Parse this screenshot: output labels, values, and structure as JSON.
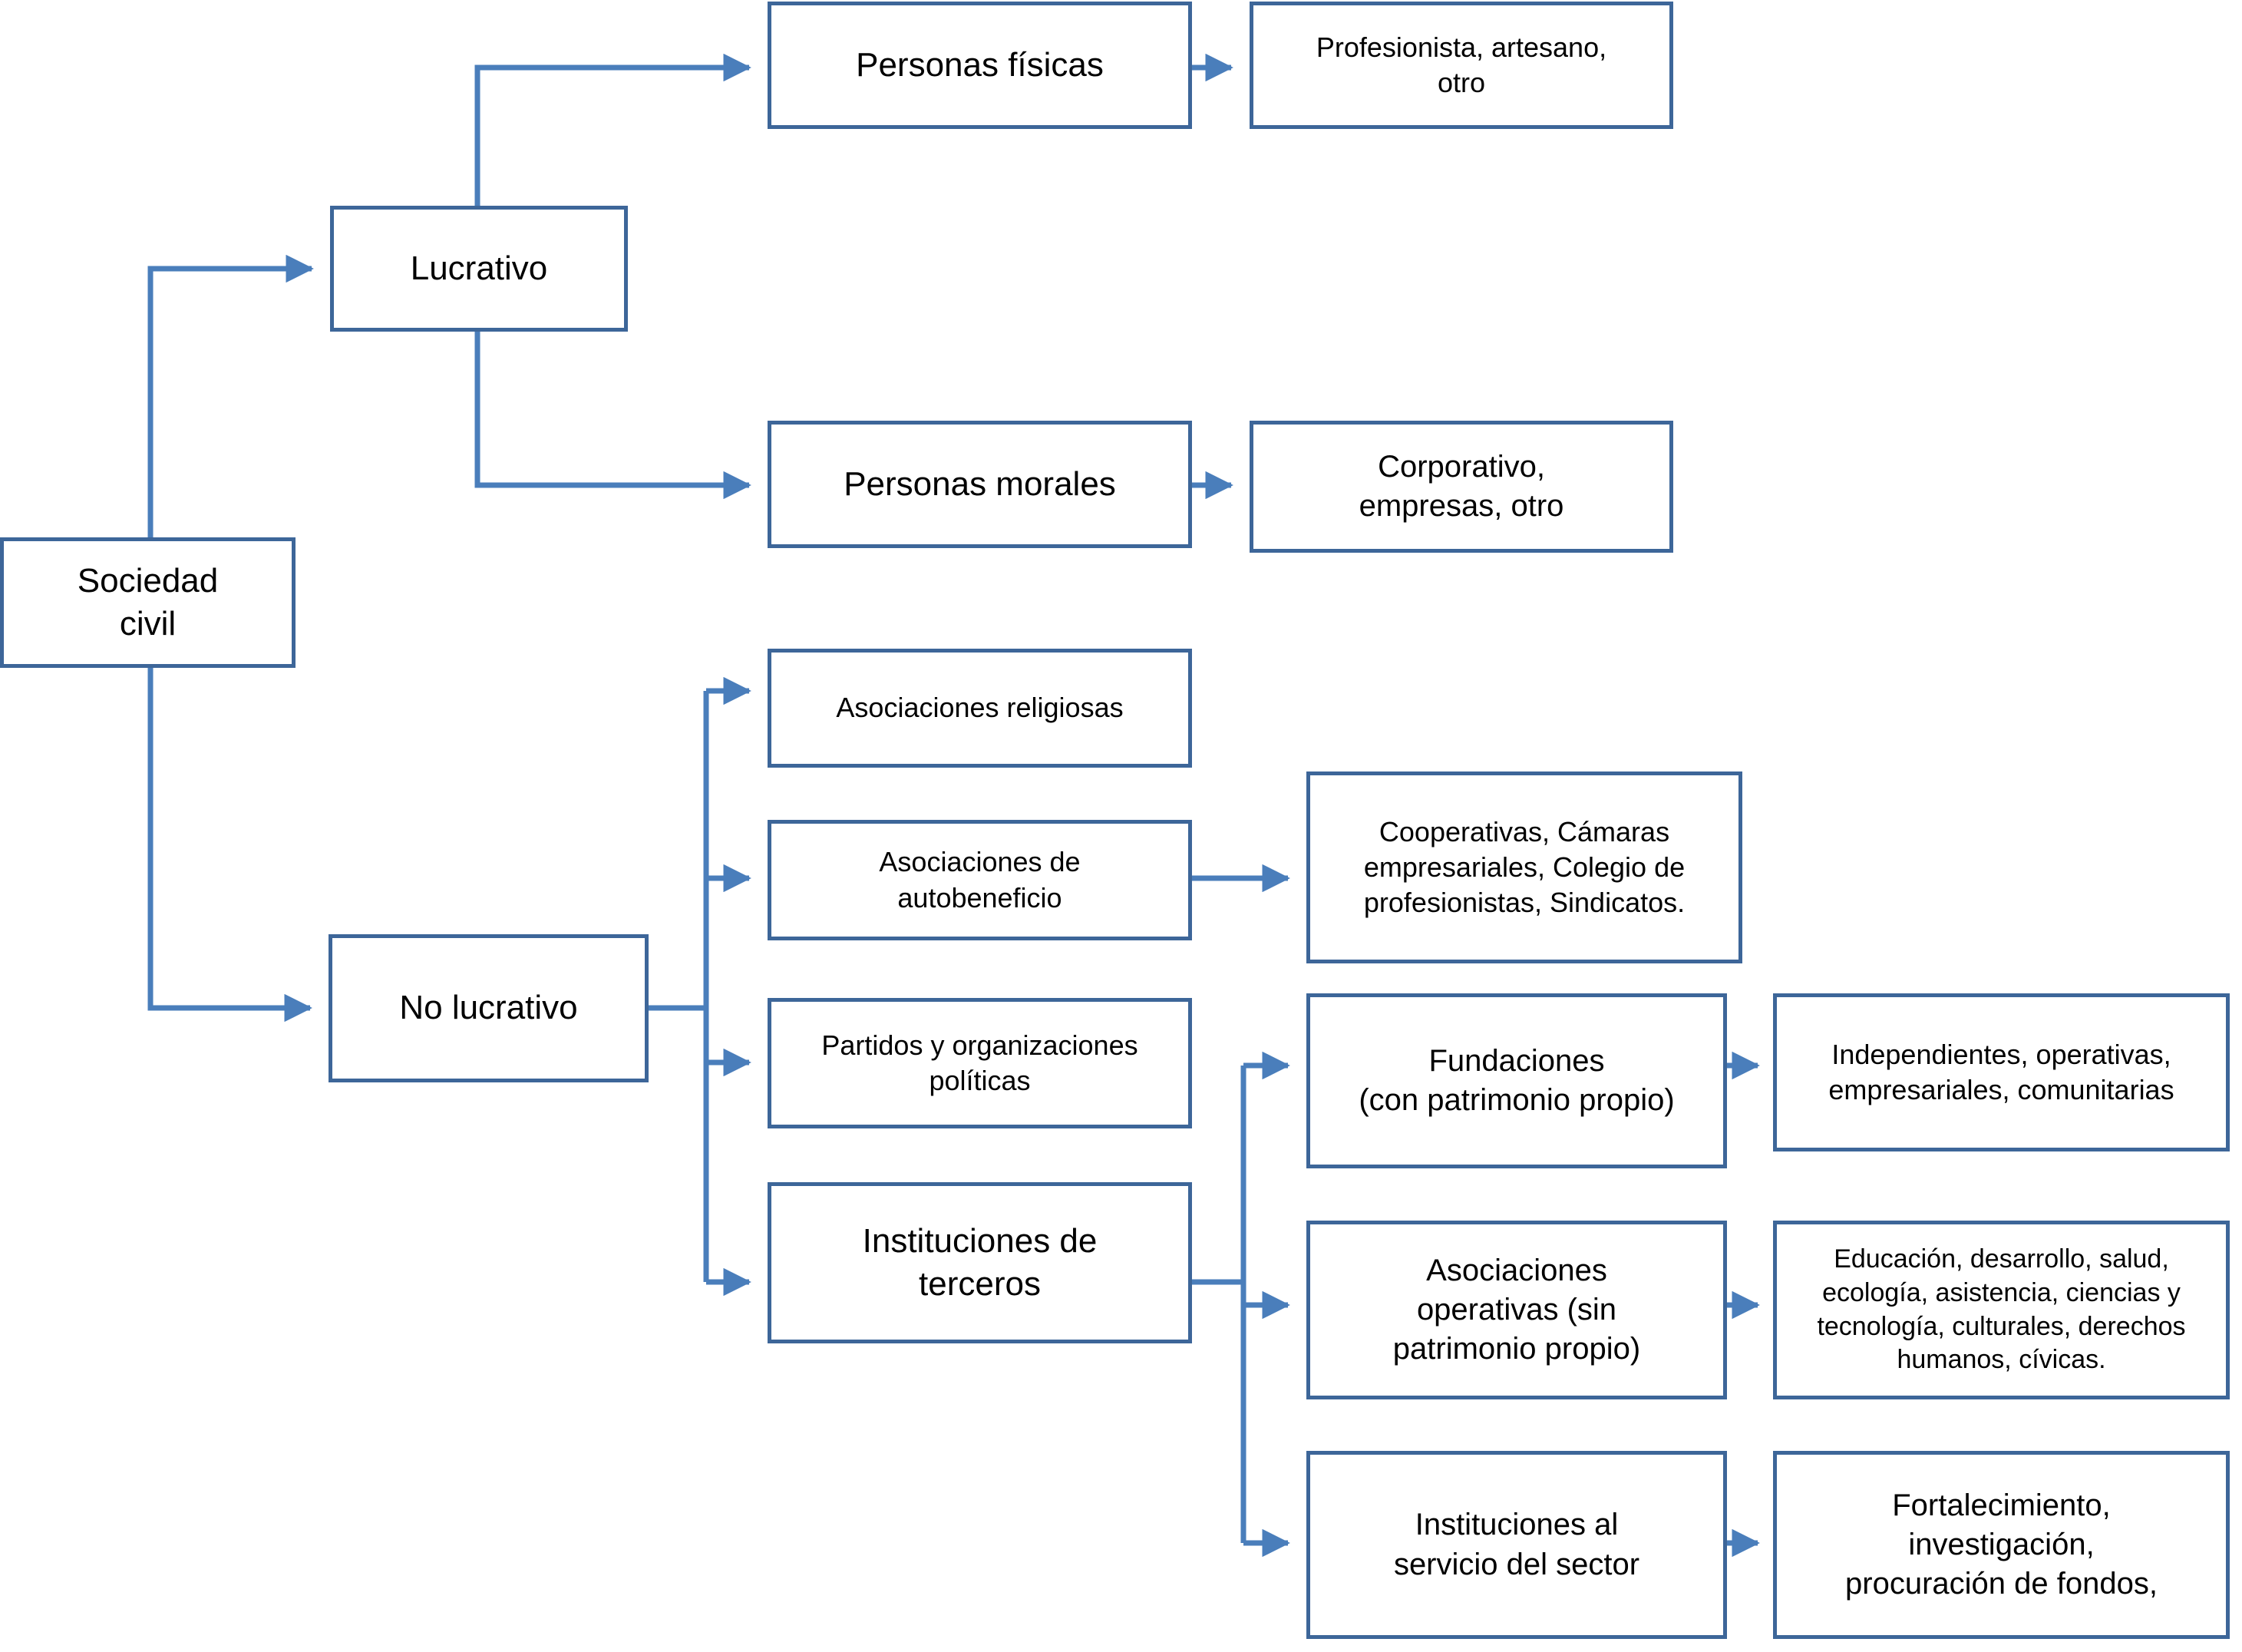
{
  "diagram": {
    "title": "Sociedad civil",
    "accent_color": "#3d6699",
    "connector_color": "#4a7ebb",
    "background_color": "#ffffff",
    "text_color": "#000000",
    "type": "tree-flowchart"
  },
  "nodes": {
    "root": {
      "label": "Sociedad\ncivil"
    },
    "lucrativo": {
      "label": "Lucrativo"
    },
    "personas_fisicas": {
      "label": "Personas físicas"
    },
    "personas_fisicas_detail": {
      "label": "Profesionista, artesano,\notro"
    },
    "personas_morales": {
      "label": "Personas morales"
    },
    "personas_morales_detail": {
      "label": "Corporativo,\nempresas, otro"
    },
    "no_lucrativo": {
      "label": "No lucrativo"
    },
    "asociaciones_religiosas": {
      "label": "Asociaciones religiosas"
    },
    "asociaciones_autobeneficio": {
      "label": "Asociaciones de\nautobeneficio"
    },
    "asociaciones_autobeneficio_detail": {
      "label": "Cooperativas, Cámaras\nempresariales, Colegio de\nprofesionistas, Sindicatos."
    },
    "partidos_politicos": {
      "label": "Partidos y organizaciones\npolíticas"
    },
    "instituciones_terceros": {
      "label": "Instituciones de\nterceros"
    },
    "fundaciones": {
      "label": "Fundaciones\n(con patrimonio propio)"
    },
    "fundaciones_detail": {
      "label": "Independientes, operativas,\nempresariales, comunitarias"
    },
    "asociaciones_operativas": {
      "label": "Asociaciones\noperativas (sin\npatrimonio propio)"
    },
    "asociaciones_operativas_detail": {
      "label": "Educación, desarrollo, salud,\necología, asistencia, ciencias y\ntecnología, culturales, derechos\nhumanos, cívicas."
    },
    "instituciones_servicio": {
      "label": "Instituciones al\nservicio del sector"
    },
    "instituciones_servicio_detail": {
      "label": "Fortalecimiento,\ninvestigación,\nprocuración de fondos,"
    }
  },
  "edges": [
    {
      "from": "root",
      "to": "lucrativo"
    },
    {
      "from": "root",
      "to": "no_lucrativo"
    },
    {
      "from": "lucrativo",
      "to": "personas_fisicas"
    },
    {
      "from": "lucrativo",
      "to": "personas_morales"
    },
    {
      "from": "personas_fisicas",
      "to": "personas_fisicas_detail"
    },
    {
      "from": "personas_morales",
      "to": "personas_morales_detail"
    },
    {
      "from": "no_lucrativo",
      "to": "asociaciones_religiosas"
    },
    {
      "from": "no_lucrativo",
      "to": "asociaciones_autobeneficio"
    },
    {
      "from": "no_lucrativo",
      "to": "partidos_politicos"
    },
    {
      "from": "no_lucrativo",
      "to": "instituciones_terceros"
    },
    {
      "from": "asociaciones_autobeneficio",
      "to": "asociaciones_autobeneficio_detail"
    },
    {
      "from": "instituciones_terceros",
      "to": "fundaciones"
    },
    {
      "from": "instituciones_terceros",
      "to": "asociaciones_operativas"
    },
    {
      "from": "instituciones_terceros",
      "to": "instituciones_servicio"
    },
    {
      "from": "fundaciones",
      "to": "fundaciones_detail"
    },
    {
      "from": "asociaciones_operativas",
      "to": "asociaciones_operativas_detail"
    },
    {
      "from": "instituciones_servicio",
      "to": "instituciones_servicio_detail"
    }
  ]
}
